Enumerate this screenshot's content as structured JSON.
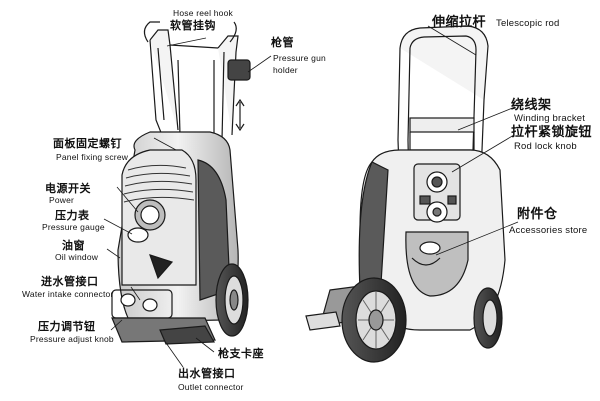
{
  "labels": {
    "hose_reel_hook": {
      "zh": "软管挂钩",
      "en": "Hose reel hook"
    },
    "pressure_gun_holder": {
      "zh": "枪管",
      "en1": "Pressure gun",
      "en2": "holder"
    },
    "panel_fixing_screw": {
      "zh": "面板固定螺钉",
      "en": "Panel fixing screw"
    },
    "power": {
      "zh": "电源开关",
      "en": "Power"
    },
    "pressure_gauge": {
      "zh": "压力表",
      "en": "Pressure gauge"
    },
    "oil_window": {
      "zh": "油窗",
      "en": "Oil window"
    },
    "water_intake": {
      "zh": "进水管接口",
      "en": "Water intake connector"
    },
    "pressure_adjust": {
      "zh": "压力调节钮",
      "en": "Pressure adjust knob"
    },
    "gun_holder_seat": {
      "zh": "枪支卡座"
    },
    "outlet_connector": {
      "zh": "出水管接口",
      "en": "Outlet connector"
    },
    "telescopic_rod": {
      "zh": "伸缩拉杆",
      "en": "Telescopic rod"
    },
    "winding_bracket": {
      "zh": "绕线架",
      "en": "Winding bracket"
    },
    "rod_lock_knob": {
      "zh": "拉杆紧锁旋钮",
      "en": "Rod lock knob"
    },
    "accessories_store": {
      "zh": "附件仓",
      "en": "Accessories store"
    }
  },
  "colors": {
    "line": "#1a1a1a",
    "fill_dark": "#3a3a3a",
    "fill_mid": "#8a8a8a",
    "fill_light": "#d6d6d6"
  }
}
